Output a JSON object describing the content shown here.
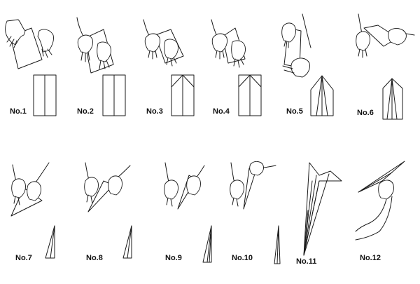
{
  "steps": [
    {
      "label": "No.1"
    },
    {
      "label": "No.2"
    },
    {
      "label": "No.3"
    },
    {
      "label": "No.4"
    },
    {
      "label": "No.5"
    },
    {
      "label": "No.6"
    },
    {
      "label": "No.7"
    },
    {
      "label": "No.8"
    },
    {
      "label": "No.9"
    },
    {
      "label": "No.10"
    },
    {
      "label": "No.11"
    },
    {
      "label": "No.12"
    }
  ],
  "colors": {
    "ink": "#1a1a1a",
    "background": "#ffffff"
  }
}
